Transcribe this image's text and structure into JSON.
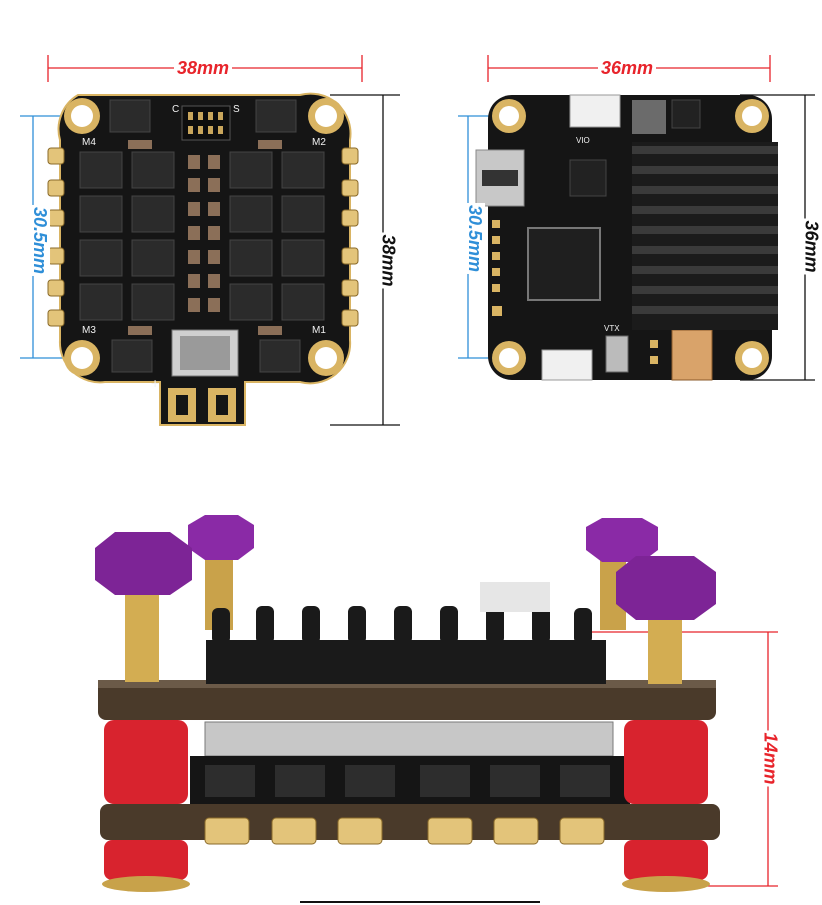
{
  "top_left": {
    "width_label": "38mm",
    "height_label": "38mm",
    "hole_label": "30.5mm",
    "silk": {
      "m1": "M1",
      "m2": "M2",
      "m3": "M3",
      "m4": "M4",
      "c": "C",
      "s": "S",
      "plus": "+"
    }
  },
  "top_right": {
    "width_label": "36mm",
    "height_label": "36mm",
    "hole_label": "30.5mm",
    "silk": {
      "vio": "VIO",
      "vtx": "VTX"
    }
  },
  "bottom": {
    "height_label": "14mm"
  },
  "colors": {
    "red_dim": "#e8242b",
    "blue_dim": "#2f8fd8",
    "pcb": "#151515",
    "gold": "#d9b463",
    "purple": "#8a2aa6",
    "standoff": "#d8232e"
  }
}
